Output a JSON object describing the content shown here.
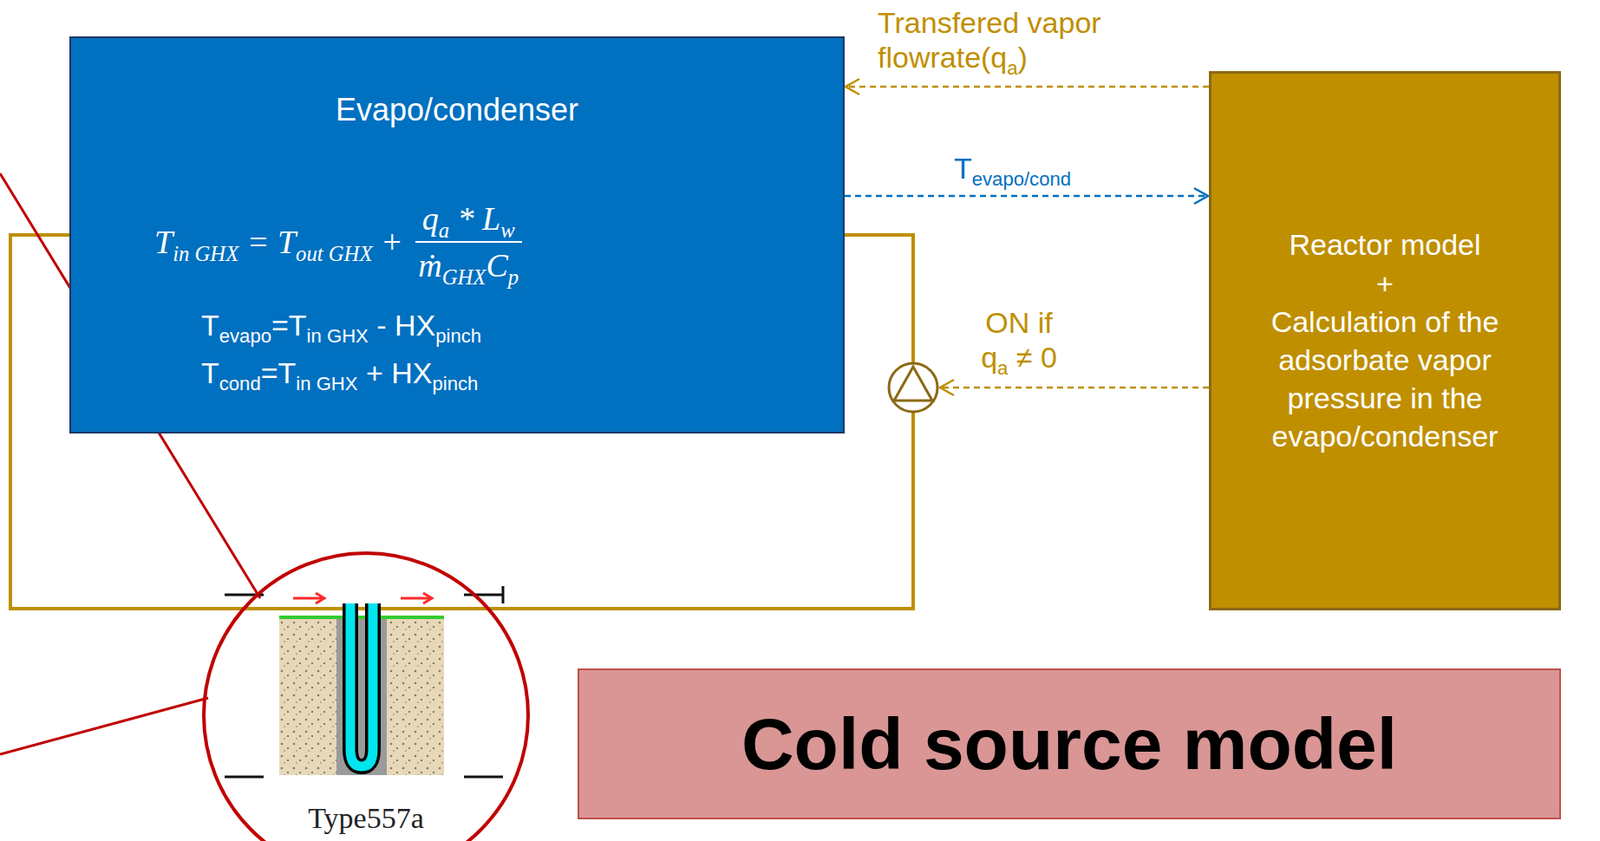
{
  "diagram": {
    "nodes": [
      {
        "text": [
          "Evapo/condenser",
          "Tin GHX = Tout GHX +",
          "qa * Lw",
          "ṁGHXCp",
          "Tevapo=Tin GHX - HXpinch",
          "Tcond=Tin GHX + HXpinch"
        ]
      },
      {
        "text": [
          "Reactor model",
          "+",
          "Calculation of the adsorbate vapor pressure in the evapo/condenser"
        ]
      },
      {
        "text": [
          "Type557a"
        ]
      },
      {
        "text": [
          "Cold source model"
        ]
      }
    ],
    "edges": [
      {
        "from": 1,
        "to": 0,
        "arrow": "to",
        "label": "Transfered vapor flowrate(qa)"
      },
      {
        "from": 0,
        "to": 1,
        "arrow": "to",
        "label": "Tevapo/cond"
      }
    ],
    "labels": [
      "ON if qa ≠ 0"
    ]
  }
}
